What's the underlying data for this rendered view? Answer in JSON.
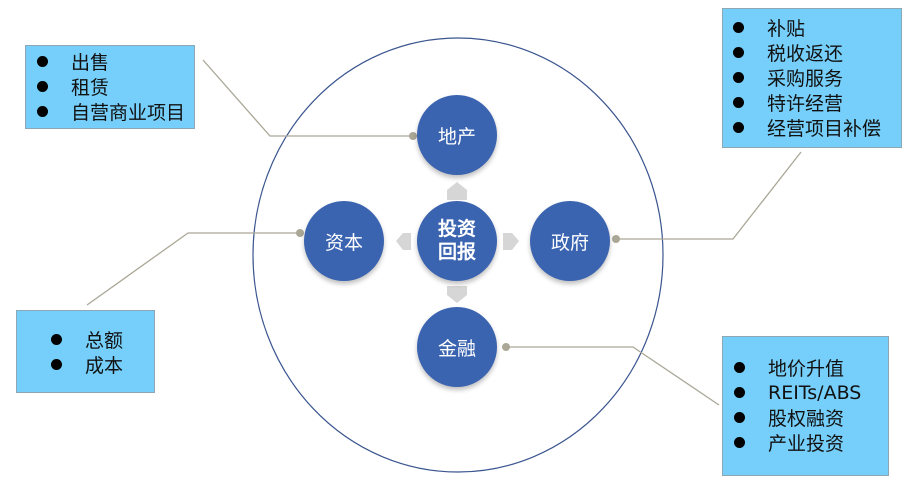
{
  "diagram": {
    "center": {
      "line1": "投资",
      "line2": "回报"
    },
    "nodes": {
      "top": "地产",
      "left": "资本",
      "right": "政府",
      "bottom": "金融"
    },
    "callouts": {
      "real_estate": {
        "items": [
          "出售",
          "租赁",
          "自营商业项目"
        ]
      },
      "government": {
        "items": [
          "补贴",
          "税收返还",
          "采购服务",
          "特许经营",
          "经营项目补偿"
        ]
      },
      "capital": {
        "items": [
          "总额",
          "成本"
        ]
      },
      "finance": {
        "items": [
          "地价升值",
          "REITs/ABS",
          "股权融资",
          "产业投资"
        ]
      }
    },
    "colors": {
      "node_fill": "#3a63b0",
      "callout_fill": "#75cffa",
      "ellipse_stroke": "#3a558f",
      "connector": "#aaa796",
      "arrow_fill": "#d6d6d6"
    }
  }
}
